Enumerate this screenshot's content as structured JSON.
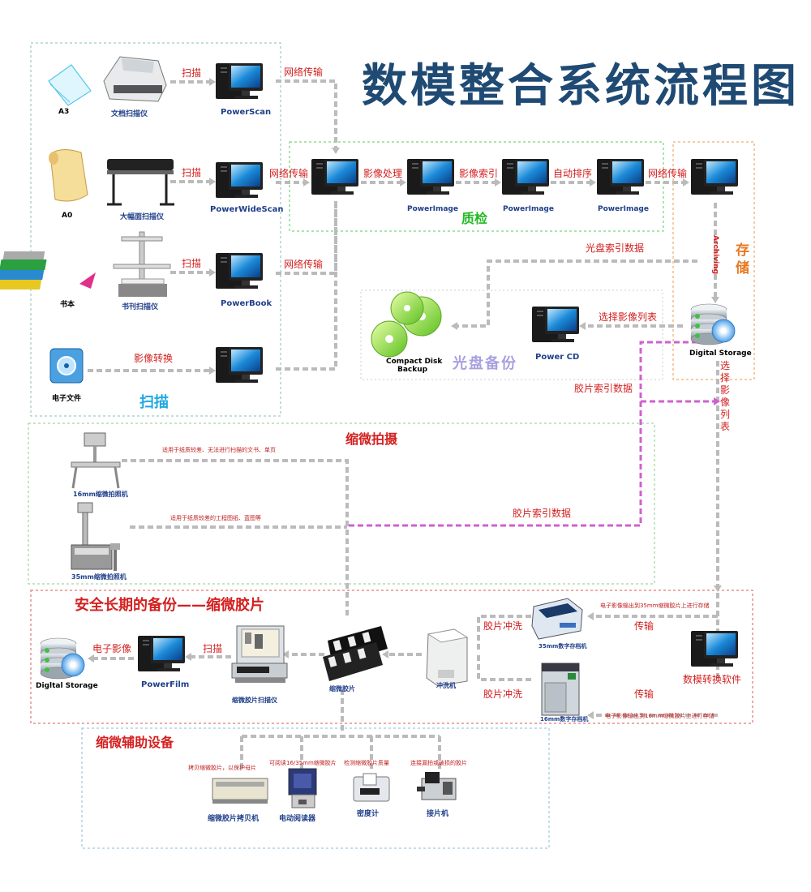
{
  "title": "数模整合系统流程图",
  "colors": {
    "title": "#1f4a73",
    "accent_red": "#d42020",
    "green": "#22bb22",
    "orange": "#e87820",
    "cyan": "#1fa8e0",
    "purple": "#c050c0",
    "lavender": "#a8a0e0"
  },
  "sections": {
    "scan": "扫描",
    "qc": "质检",
    "storage": "存储",
    "cd_backup": "光盘备份",
    "microfilm": "缩微拍摄",
    "longterm": "安全长期的备份——缩微胶片",
    "aux": "缩微辅助设备"
  },
  "sources": {
    "a3": "A3",
    "a0": "A0",
    "book": "书本",
    "efile": "电子文件"
  },
  "scanners": {
    "doc": "文档扫描仪",
    "wide": "大幅面扫描仪",
    "book": "书刊扫描仪"
  },
  "stations": {
    "powerscan": "PowerScan",
    "powerwidescan": "PowerWideScan",
    "powerbook": "PowerBook",
    "powerimage": "PowerImage",
    "powercd": "Power CD",
    "powerfilm": "PowerFilm",
    "digital_storage": "Digital Storage",
    "digital_storage2": "Digltal Storage",
    "compact_disk": "Compact Disk",
    "backup": "Backup",
    "convert_sw": "数模转换软件"
  },
  "edges": {
    "scan": "扫描",
    "net": "网络传输",
    "image_convert": "影像转换",
    "image_proc": "影像处理",
    "image_index": "影像索引",
    "auto_sort": "自动排序",
    "archiving": "Archiving",
    "cd_index": "光盘索引数据",
    "select_list": "选择影像列表",
    "film_index": "胶片索引数据",
    "select_vertical": "选择影像列表",
    "develop": "胶片冲洗",
    "transfer": "传输",
    "e_image": "电子影像"
  },
  "microfilm": {
    "cam16": "16mm缩微拍照机",
    "cam35": "35mm缩微拍照机",
    "note16": "适用于纸质较差、无法进行扫描的文书、单页",
    "note35": "适用于纸质较差的工程图纸、蓝图等",
    "recorder35": "35mm数字存档机",
    "recorder16": "16mm数字存档机",
    "out35": "电子影像输出到35mm缩微胶片上进行存储",
    "out16": "电子影像输出到16mm缩微胶片上进行存储",
    "processor": "冲洗机",
    "film": "缩微胶片",
    "film_scanner": "缩微胶片扫描仪"
  },
  "aux": {
    "copier": "缩微胶片拷贝机",
    "copier_note": "拷贝缩微胶片，以保护母片",
    "reader": "电动阅读器",
    "reader_note": "可阅读16/35mm缩微胶片",
    "densitometer": "密度计",
    "densitometer_note": "检测缩微胶片质量",
    "splicer": "接片机",
    "splicer_note": "连接漏拍或破损的胶片"
  }
}
